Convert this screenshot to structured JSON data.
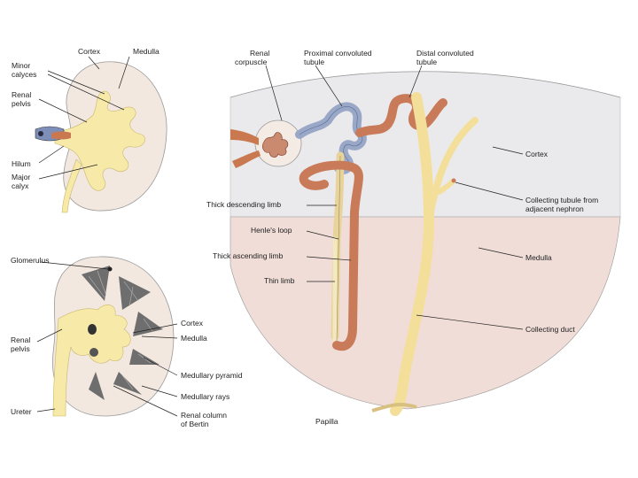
{
  "colors": {
    "kidney_tissue": "#f2e8e0",
    "pelvis": "#f7e9a8",
    "renal_vein": "#7d8fb8",
    "renal_artery": "#c9784f",
    "cortex_band": "#eaeaec",
    "medulla_region": "#f0ddd8",
    "proximal_tubule": "#9aa8c8",
    "distal_tubule": "#c97a58",
    "collecting_duct": "#f3df9a"
  },
  "panel_top_left": {
    "labels": {
      "cortex": "Cortex",
      "medulla": "Medulla",
      "minor_calyces_1": "Minor",
      "minor_calyces_2": "calyces",
      "renal_pelvis_1": "Renal",
      "renal_pelvis_2": "pelvis",
      "hilum": "Hilum",
      "major_calyx_1": "Major",
      "major_calyx_2": "calyx"
    }
  },
  "panel_bottom_left": {
    "labels": {
      "glomerulus": "Glomerulus",
      "cortex": "Cortex",
      "medulla": "Medulla",
      "renal_pelvis_1": "Renal",
      "renal_pelvis_2": "pelvis",
      "medullary_pyramid": "Medullary pyramid",
      "medullary_rays": "Medullary rays",
      "ureter": "Ureter",
      "renal_column_1": "Renal column",
      "renal_column_2": "of Bertin"
    }
  },
  "panel_right": {
    "labels": {
      "renal_corpuscle_1": "Renal",
      "renal_corpuscle_2": "corpuscle",
      "proximal_1": "Proximal convoluted",
      "proximal_2": "tubule",
      "distal_1": "Distal convoluted",
      "distal_2": "tubule",
      "cortex": "Cortex",
      "collecting_tubule_1": "Collecting tubule from",
      "collecting_tubule_2": "adjacent nephron",
      "thick_descending": "Thick descending limb",
      "henles_loop": "Henle's loop",
      "thick_ascending": "Thick ascending limb",
      "thin_limb": "Thin limb",
      "medulla": "Medulla",
      "collecting_duct": "Collecting duct",
      "papilla": "Papilla"
    }
  }
}
